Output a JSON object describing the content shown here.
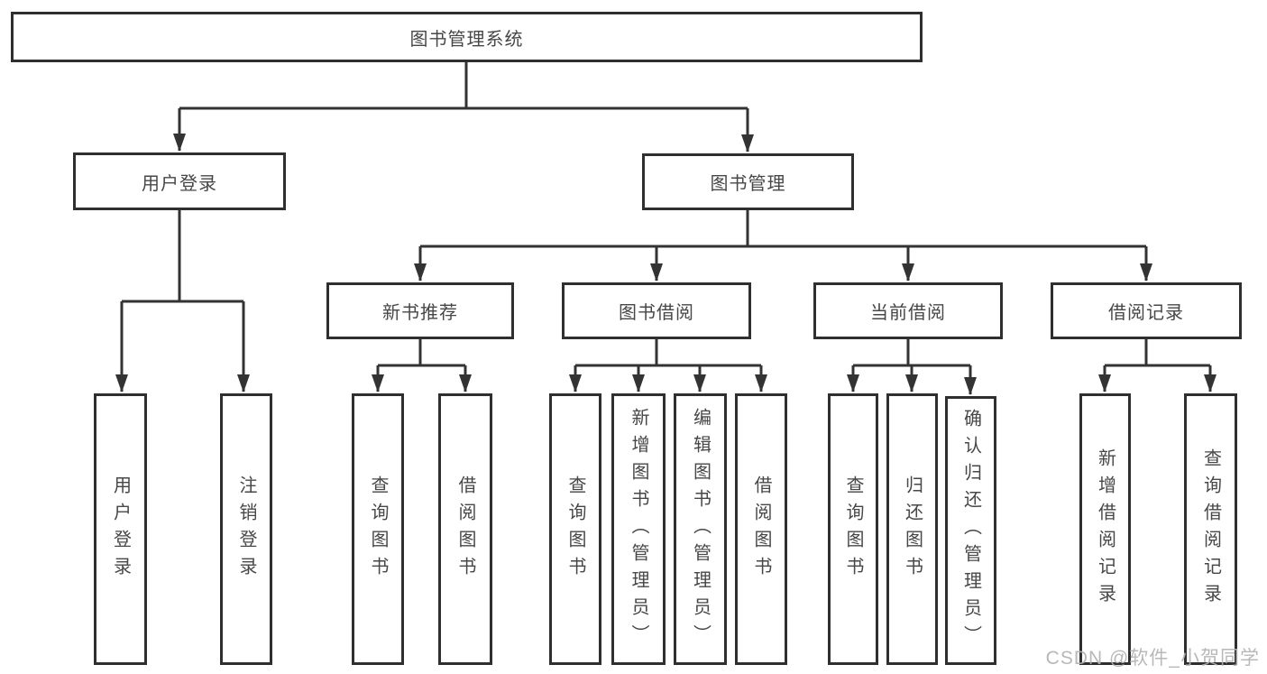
{
  "nodes": {
    "root": "图书管理系统",
    "user_login_branch": "用户登录",
    "book_mgmt_branch": "图书管理",
    "new_book_rec": "新书推荐",
    "book_borrow": "图书借阅",
    "current_borrow": "当前借阅",
    "borrow_records": "借阅记录",
    "leaf_user_login": "用户登录",
    "leaf_logout": "注销登录",
    "leaf_query_book_1": "查询图书",
    "leaf_borrow_book_1": "借阅图书",
    "leaf_query_book_2": "查询图书",
    "leaf_add_book_admin": "新增图书（管理员）",
    "leaf_edit_book_admin": "编辑图书（管理员）",
    "leaf_borrow_book_2": "借阅图书",
    "leaf_query_book_3": "查询图书",
    "leaf_return_book": "归还图书",
    "leaf_confirm_return_admin": "确认归还（管理员）",
    "leaf_add_borrow_record": "新增借阅记录",
    "leaf_query_borrow_record": "查询借阅记录"
  },
  "watermark": "CSDN @软件_小贺同学",
  "colors": {
    "line": "#333333",
    "box_border": "#2f2f2f",
    "text": "#474747",
    "watermark": "#b2b2b2",
    "background": "#ffffff"
  }
}
